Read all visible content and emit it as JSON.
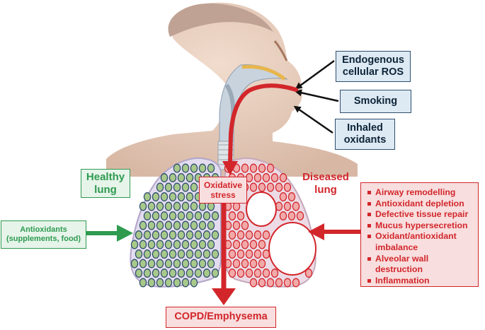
{
  "sources": {
    "endogenous": "Endogenous cellular ROS",
    "smoking": "Smoking",
    "inhaled": "Inhaled oxidants"
  },
  "healthy_lung": "Healthy lung",
  "diseased_lung": "Diseased lung",
  "oxidative_stress": "Oxidative stress",
  "antioxidants": "Antioxidants (supplements, food)",
  "outcome": "COPD/Emphysema",
  "effects": [
    "Airway remodelling",
    "Antioxidant depletion",
    "Defective tissue repair",
    "Mucus hypersecretion",
    "Oxidant/antioxidant\nimbalance",
    "Alveolar wall destruction",
    "Inflammation"
  ],
  "colors": {
    "stress_red": "#d2262b",
    "protective_green": "#2e9b4f",
    "source_blue_fill": "#dde9f3",
    "alveolus_green": "#a8c98a",
    "alveolus_red": "#f2a9a9"
  }
}
